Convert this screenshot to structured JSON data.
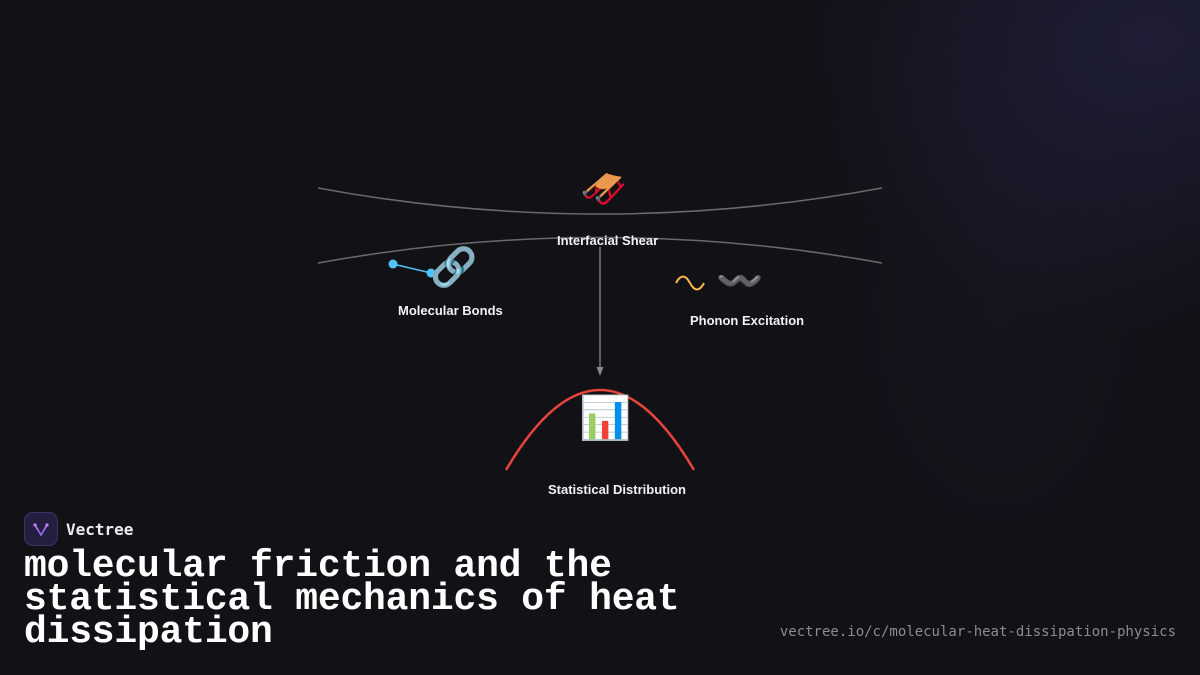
{
  "diagram": {
    "nodes": [
      {
        "id": "shear",
        "label": "Interfacial Shear",
        "icon": "sled-icon"
      },
      {
        "id": "bonds",
        "label": "Molecular Bonds",
        "icon": "link-icon"
      },
      {
        "id": "phonon",
        "label": "Phonon Excitation",
        "icon": "wavy-dash-icon"
      },
      {
        "id": "stats",
        "label": "Statistical Distribution",
        "icon": "bar-chart-icon"
      }
    ]
  },
  "colors": {
    "background": "#121116",
    "curve": "#6a6a6a",
    "bond": "#4fc3f7",
    "wave": "#ffb74d",
    "distribution": "#e5453b",
    "arrow": "#8a8a8a"
  },
  "brand": {
    "name": "Vectree",
    "logo_icon": "vectree-logo-icon"
  },
  "title": "molecular friction and the statistical mechanics of heat dissipation",
  "url": "vectree.io/c/molecular-heat-dissipation-physics"
}
